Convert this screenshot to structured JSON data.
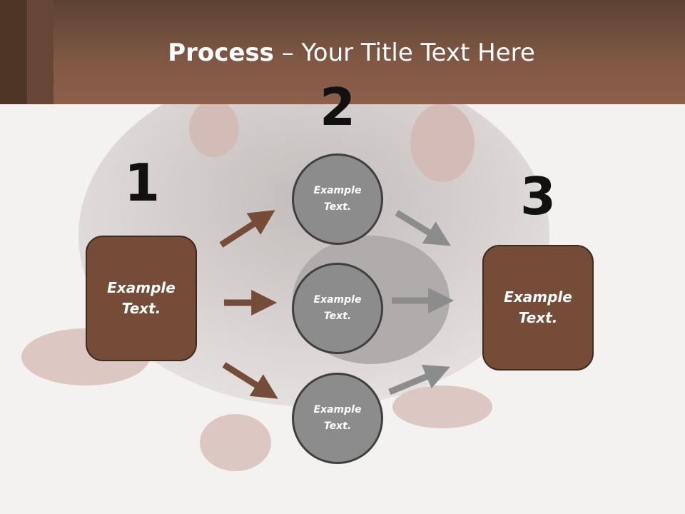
{
  "title": {
    "bold": "Process",
    "rest": " – Your Title Text Here"
  },
  "steps": [
    {
      "number": "1",
      "text": "Example Text."
    },
    {
      "number": "2",
      "text": "Example Text."
    },
    {
      "number": "3",
      "text": "Example Text."
    }
  ],
  "circles": [
    "Example Text.",
    "Example Text.",
    "Example Text."
  ],
  "colors": {
    "header": "#7e5744",
    "box": "#754c38",
    "circle": "#8c8c8c",
    "arrow_brown": "#754c38",
    "arrow_gray": "#8c8c8c"
  },
  "background_image": "faded mouse photo"
}
